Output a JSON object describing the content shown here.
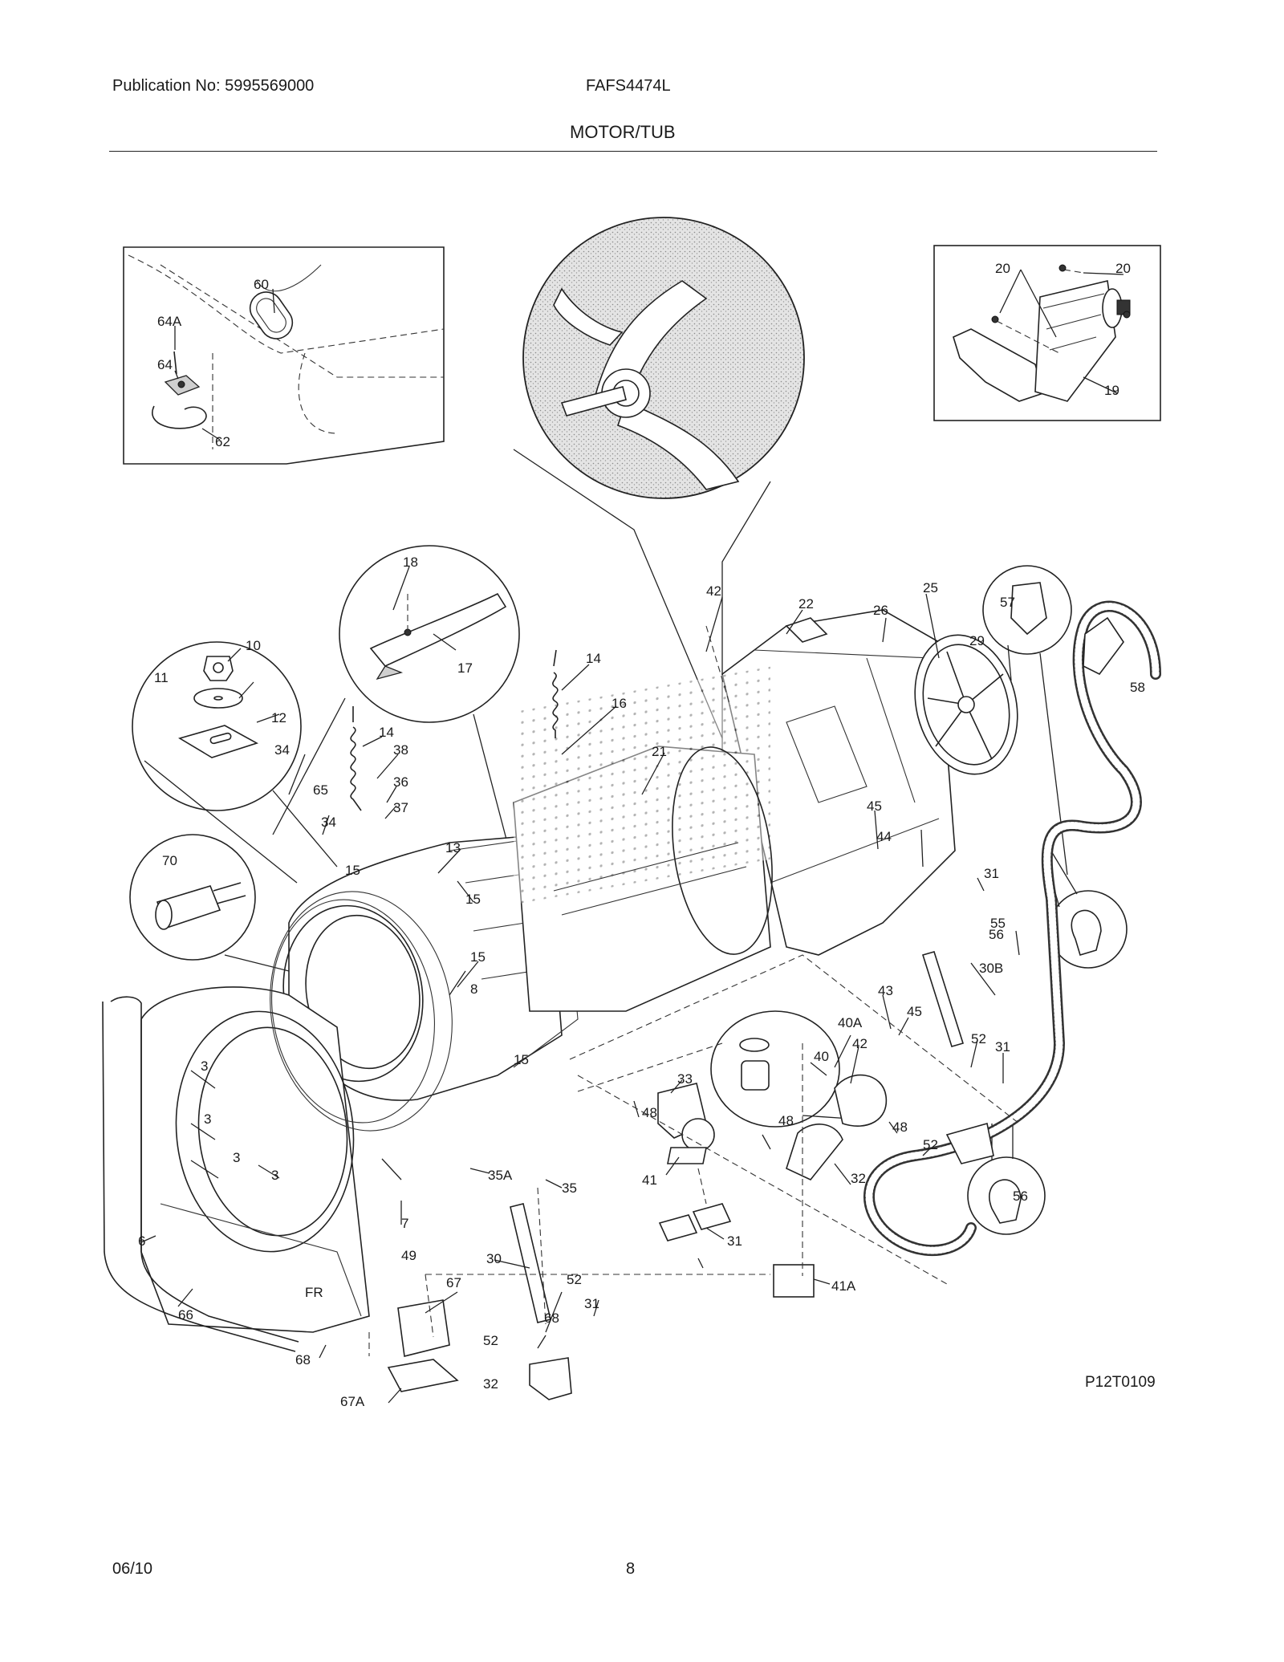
{
  "header": {
    "publication": "Publication No: 5995569000",
    "model": "FAFS4474L",
    "section": "MOTOR/TUB"
  },
  "footer": {
    "date": "06/10",
    "page": "8",
    "figure_code": "P12T0109"
  },
  "callouts": [
    "60",
    "64A",
    "64",
    "62",
    "20",
    "20",
    "19",
    "42",
    "22",
    "26",
    "25",
    "29",
    "57",
    "58",
    "18",
    "17",
    "14",
    "14",
    "16",
    "21",
    "10",
    "11",
    "12",
    "34",
    "38",
    "36",
    "65",
    "34",
    "37",
    "13",
    "15",
    "15",
    "70",
    "15",
    "45",
    "44",
    "31",
    "55",
    "56",
    "30B",
    "43",
    "45",
    "40A",
    "42",
    "52",
    "31",
    "40",
    "33",
    "48",
    "48",
    "48",
    "52",
    "32",
    "41",
    "35",
    "31",
    "35A",
    "8",
    "15",
    "3",
    "3",
    "3",
    "3",
    "7",
    "49",
    "6",
    "66",
    "30",
    "67",
    "52",
    "31",
    "68",
    "41A",
    "56",
    "FR",
    "52",
    "32",
    "68",
    "67A"
  ]
}
